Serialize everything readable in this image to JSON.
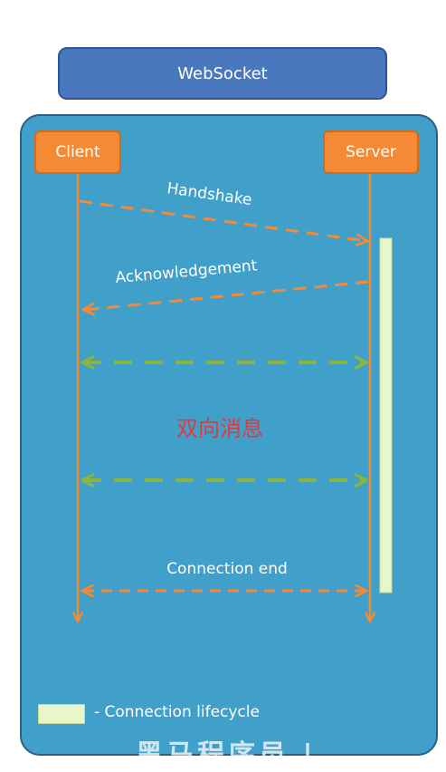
{
  "title": "WebSocket",
  "actors": {
    "client": "Client",
    "server": "Server"
  },
  "messages": {
    "handshake": "Handshake",
    "acknowledgement": "Acknowledgement",
    "bidirectional": "双向消息",
    "connection_end": "Connection end"
  },
  "legend": {
    "label": "- Connection lifecycle"
  },
  "watermark": "黑马程序员 | ...",
  "colors": {
    "panel": "#41a0c9",
    "title_box": "#4a78be",
    "actor": "#f58a35",
    "request_arrow": "#f58a35",
    "message_arrow": "#8bb53f",
    "lifecycle_bar": "#e9f6c9",
    "highlight_text": "#e0393e"
  }
}
